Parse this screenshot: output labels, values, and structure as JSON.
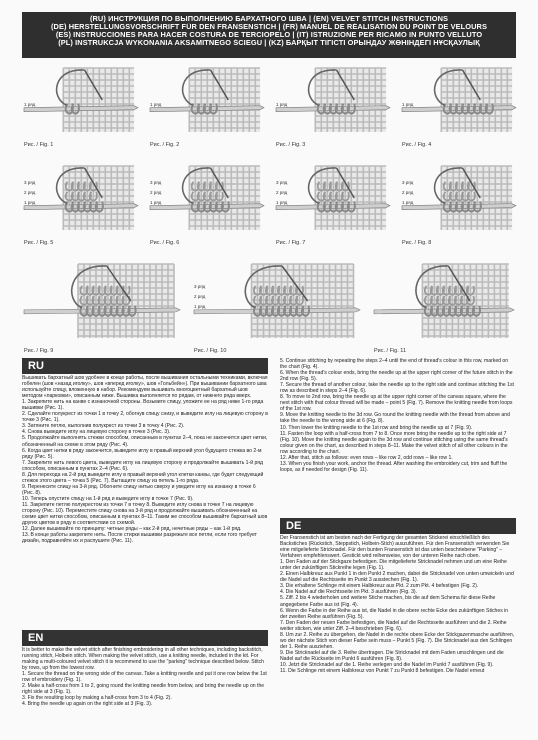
{
  "header": {
    "lines": [
      "(RU) ИНСТРУКЦИЯ ПО ВЫПОЛНЕНИЮ БАРХАТНОГО ШВА | (EN) VELVET STITCH INSTRUCTIONS",
      "(DE) HERSTELLUNGSVORSCHRIFT FÜR DEN FRANSENSTICH | (FR) MANUEL DE RÉALISATION DU POINT DE VELOURS",
      "(ES) INSTRUCCIONES PARA HACER COSTURA DE TERCIOPELO | (IT) ISTRUZIONE PER RICAMO IN PUNTO VELLUTO",
      "(PL) INSTRUKCJA WYKONANIA AKSAMITNEGO ŚCIEGU | (KZ) БАРҚЫТ ТІГІСТІ ОРЫНДАУ ЖӨНІНДЕГІ НҰСҚАУЛЫҚ"
    ]
  },
  "figures": [
    {
      "caption": "Рис. / Fig. 1",
      "rows": [
        "1 ряд"
      ]
    },
    {
      "caption": "Рис. / Fig. 2",
      "rows": [
        "1 ряд"
      ]
    },
    {
      "caption": "Рис. / Fig. 3",
      "rows": [
        "1 ряд"
      ]
    },
    {
      "caption": "Рис. / Fig. 4",
      "rows": [
        "1 ряд"
      ]
    },
    {
      "caption": "Рис. / Fig. 5",
      "rows": [
        "3 ряд",
        "2 ряд",
        "1 ряд"
      ]
    },
    {
      "caption": "Рис. / Fig. 6",
      "rows": [
        "3 ряд",
        "2 ряд",
        "1 ряд"
      ]
    },
    {
      "caption": "Рис. / Fig. 7",
      "rows": [
        "3 ряд",
        "2 ряд",
        "1 ряд"
      ]
    },
    {
      "caption": "Рис. / Fig. 8",
      "rows": [
        "3 ряд",
        "2 ряд",
        "1 ряд"
      ]
    },
    {
      "caption": "Рис. / Fig. 9",
      "rows": []
    },
    {
      "caption": "Рис. / Fig. 10",
      "rows": [
        "3 ряд",
        "2 ряд",
        "1 ряд"
      ]
    },
    {
      "caption": "Рис. / Fig. 11",
      "rows": []
    }
  ],
  "sections": {
    "ru": {
      "title": "RU",
      "paragraphs": [
        "Вышивать бархатный шов удобнее в конце работы, после вышивания остальными техниками, включая гобелен (шов «назад иголку», шов «вперед иголку», шов «Гольбейн»). При вышивании бархатного шва используйте спицу, вложенную в набор. Рекомендуем вышивать многоцветный бархатный шов методом «парковки», описанным ниже. Вышивка выполняется по рядам, от нижнего ряда вверх.",
        "1. Закрепите нить на канве с изнаночной стороны. Возьмите спицу, уложите ее на ряд ниже 1-го ряда вышивки (Рис. 1).",
        "2. Сделайте полукрест из точки 1 в точку 2, обогнув спицу снизу, и выведите иглу на лицевую сторону в точке 3 (Рис. 1).",
        "3. Затяните петлю, выполнив полукрест из точки 3 в точку 4 (Рис. 2).",
        "4. Снова выведите иглу на лицевую сторону в точке 3 (Рис. 3).",
        "5. Продолжайте выполнять стежки способом, описанным в пунктах 2–4, пока не закончится цвет нитки, обозначенный на схеме в этом ряду (Рис. 4).",
        "6. Когда цвет нитки в ряду закончится, выведите иглу в правый верхний угол будущего стежка во 2-м ряду (Рис. 5).",
        "7. Закрепите нить левого цвета, выведите иглу на лицевую сторону и продолжайте вышивать 1-й ряд способом, описанным в пунктах 2–4 (Рис. 6).",
        "8. Для перехода на 2-й ряд выведите иглу в правый верхний угол клетки канвы, где будет следующий стежок этого цвета – точка 5 (Рис. 7). Вытащите спицу из петель 1-го ряда.",
        "9. Перенесите спицу на 3-й ряд. Обогните спицу нитью сверху и уведите иглу на изнанку в точке 6 (Рис. 8).",
        "10. Теперь опустите спицу на 1-й ряд и выведите иглу в точке 7 (Рис. 9).",
        "11. Закрепите петлю полукрестом из точки 7 в точку 8. Выведите иглу снова в точке 7 на лицевую сторону (Рис. 10). Переместите спицу снова на 3-й ряд и продолжайте вышивать обозначенный на схеме цвет нитки способом, описанным в пунктах 8–11. Таким же способом вышивайте бархатный шов других цветов в ряду в соответствии со схемой.",
        "12. Далее вышивайте по принципу: четные ряды – как 2-й ряд, нечетные ряды – как 1-й ряд.",
        "13. В конце работы закрепите нить. После стирки вышивки разрежьте все петли, если того требует дизайн, подравняйте их и распушите (Рис. 11)."
      ]
    },
    "en": {
      "title": "EN",
      "paragraphs": [
        "It is better to make the velvet stitch after finishing embroidering in all other techniques, including backstitch, running stitch, Holbein stitch. When making the velvet stitch, use a knitting needle, included in the kit. For making a multi-coloured velvet stitch it is recommend to use the \"parking\" technique described below. Stitch by rows, up from the lowest row.",
        "1. Secure the thread on the wrong side of the canvas. Take a knitting needle and put it one row below the 1st row of embroidery (Fig. 1).",
        "2. Make a half-cross from 1 to 2, going round the knitting needle from below, and bring the needle up on the right side at 3 (Fig. 1).",
        "3. Fix the resulting loop by making a half-cross from 3 to 4 (Fig. 2).",
        "4. Bring the needle up again on the right side at 3 (Fig. 3).",
        "5. Continue stitching by repeating the steps 2–4 until the end of thread's colour in this row, marked on the chart (Fig. 4).",
        "6. When the thread's colour ends, bring the needle up at the upper right corner of the future stitch in the 2nd row (Fig. 5).",
        "7. Secure the thread of another colour, take the needle up to the right side and continue stitching the 1st row as described in steps 2–4 (Fig. 6).",
        "8. To move to 2nd row, bring the needle up at the upper right corner of the canvas square, where the next stitch with that colour thread will be made – point 5 (Fig. 7). Remove the knitting needle from loops of the 1st row.",
        "9. Move the knitting needle to the 3d row. Go round the knitting needle with the thread from above and take the needle to the wrong side at 6 (Fig. 8).",
        "10. Then lower the knitting needle to the 1st row and bring the needle up at 7 (Fig. 9).",
        "11. Fasten the loop with a half-cross from 7 to 8. Once more bring the needle up to the right side at 7 (Fig. 10). Move the knitting needle again to the 3d row and continue stitching using the same thread's colour given on the chart, as described in steps 8–11. Make the velvet stitch of all other colours in the row according to the chart.",
        "12. After that, stitch as follows: even rows – like row 2, odd rows – like row 1.",
        "13. When you finish your work, anchor the thread. After washing the embroidery cut, trim and fluff the loops, as if needed for design (Fig. 11)."
      ]
    },
    "de": {
      "title": "DE",
      "paragraphs": [
        "Der Fransenstich ist am besten nach der Fertigung der gesamten Stickerei einschließlich des Backstiches (Rückstich, Steppstich, Holbein-Stich) auszuführen. Für den Fransenstich verwenden Sie eine mitgelieferte Stricknadel. Für den bunten Fransenstich ist das unten beschriebene \"Parking\" – Verfahren empfehlenswert. Gestickt wird reihenweise, von der unteren Reihe nach oben.",
        "1. Den Faden auf der Stickgaze befestigen. Die mitgelieferte Stricknadel nehmen und um eine Reihe unter der zukünftigen Stickreihe legen (Fig. 1).",
        "2. Einen Halbkreuz aus Punkt 1 in den Punkt 2 machen, dabei die Stricknadel von unten umwickeln und die Nadel auf die Rechtsseite im Punkt 3 ausstechen (Fig. 1).",
        "3. Die erhaltene Schlinge mit einem Halbkreuz aus Pkt. 2 zum Pkt. 4 befestigen (Fig. 2).",
        "4. Die Nadel auf die Rechtsseite im Pkt. 3 ausführen (Fig. 3).",
        "5. Ziff. 2 bis 4 wiederholen und weitere Stiche machen, bis die auf dem Schema für diese Reihe angegebene Farbe aus ist (Fig. 4).",
        "6. Wenn die Farbe in der Reihe aus ist, die Nadel in die obere rechte Ecke des zukünftigen Stiches in der zweiten Reihe ausführen (Fig. 5).",
        "7. Den Faden der neuen Farbe befestigen, die Nadel auf die Rechtsseite ausführen und die 2. Reihe weiter sticken, wie unter Ziff. 2–4 beschrieben (Fig. 6).",
        "8. Um zur 2. Reihe zu übergehen, die Nadel in die rechte obere Ecke der Stickgazenmasche ausführen, wo der nächste Stich von dieser Farbe sein muss – Punkt 5 (Fig. 7). Die Stricknadel aus den Schlingen der 1. Reihe ausziehen.",
        "9. Die Stricknadel auf die 3. Reihe übertragen. Die Stricknadel mit dem Faden umschlingen und die Nadel auf die Rückseite im Punkt 6 ausführen (Fig. 8).",
        "10. Jetzt die Stricknadel auf die 1. Reihe verlegen und die Nadel im Punkt 7 ausführen (Fig. 9).",
        "11. Die Schlinge mit einem Halbkreuz von Punkt 7 zu Punkt 8 befestigen. Die Nadel erneut"
      ]
    }
  }
}
